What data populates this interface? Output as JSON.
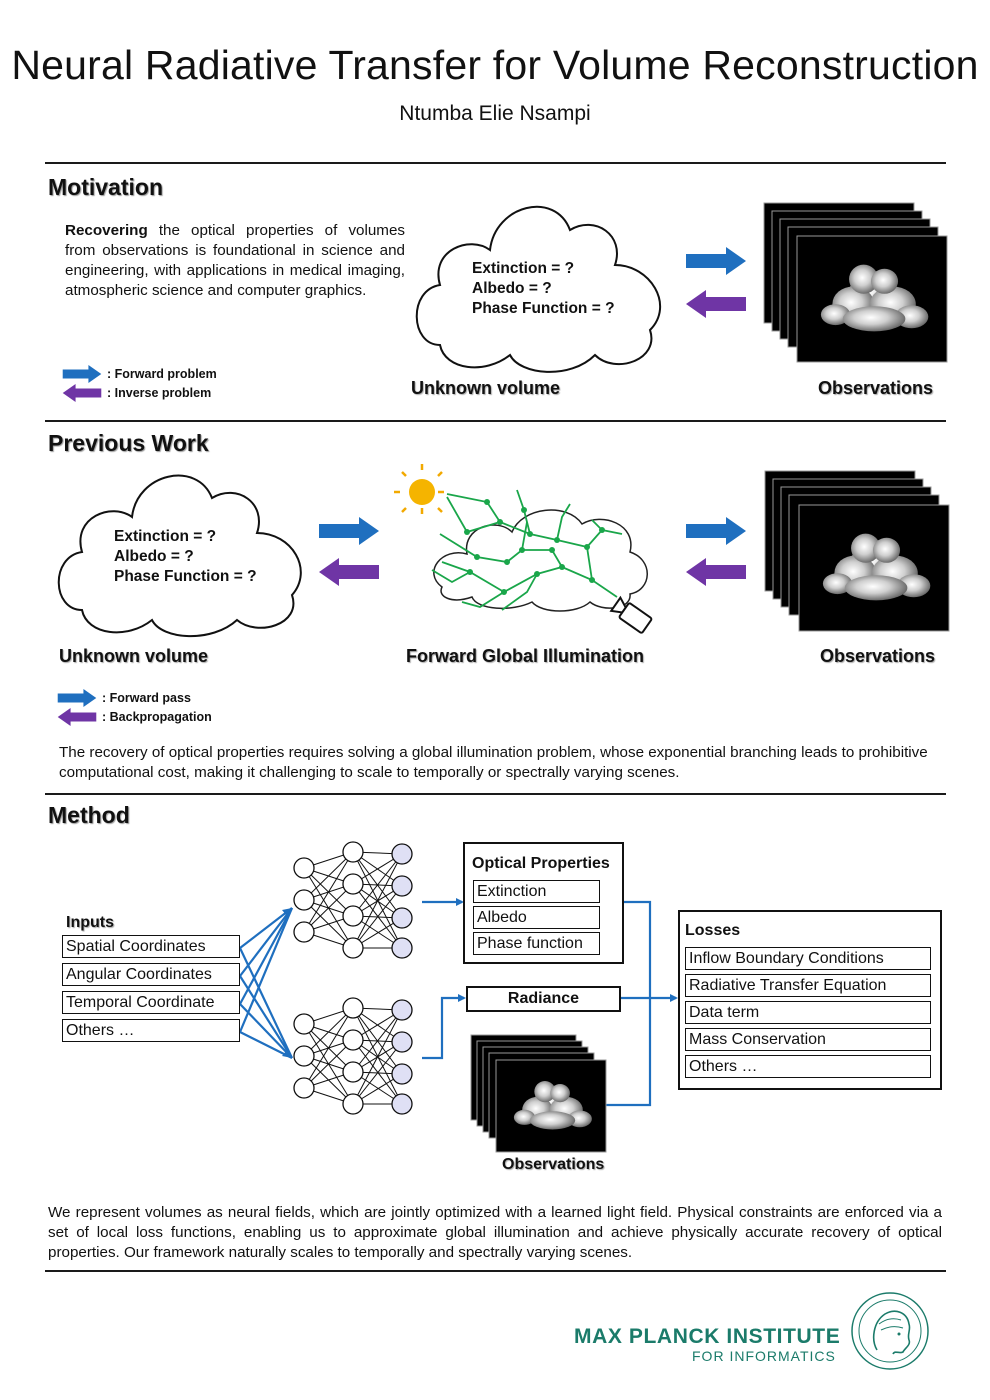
{
  "title": "Neural Radiative Transfer for Volume Reconstruction",
  "author": "Ntumba Elie Nsampi",
  "motivation": {
    "heading": "Motivation",
    "text_bold": "Recovering",
    "text_rest": " the optical properties of volumes from observations is foundational in science and engineering, with applications  in medical imaging, atmospheric science and computer graphics.",
    "cloud_lines": [
      "Extinction = ?",
      "Albedo = ?",
      "Phase Function = ?"
    ],
    "label_unknown": "Unknown volume",
    "label_observations": "Observations",
    "legend_forward": ": Forward problem",
    "legend_inverse": ": Inverse problem"
  },
  "previous": {
    "heading": "Previous Work",
    "cloud_lines": [
      "Extinction = ?",
      "Albedo = ?",
      "Phase Function = ?"
    ],
    "label_unknown": "Unknown volume",
    "label_fgi": "Forward Global Illumination",
    "label_observations": "Observations",
    "legend_forward": ": Forward pass",
    "legend_backward": ": Backpropagation",
    "text": "The recovery of optical properties requires solving a global illumination problem, whose exponential branching leads to prohibitive computational cost, making it challenging to scale to temporally or spectrally varying scenes."
  },
  "method": {
    "heading": "Method",
    "inputs_title": "Inputs",
    "inputs": [
      "Spatial Coordinates",
      "Angular Coordinates",
      "Temporal Coordinate",
      "Others …"
    ],
    "optical_title": "Optical Properties",
    "optical": [
      "Extinction",
      "Albedo",
      "Phase function"
    ],
    "radiance": "Radiance",
    "observations": "Observations",
    "losses_title": "Losses",
    "losses": [
      "Inflow Boundary Conditions",
      "Radiative Transfer Equation",
      "Data term",
      "Mass Conservation",
      "Others …"
    ],
    "text": "We represent volumes as neural fields, which are jointly optimized with a learned light field. Physical constraints are enforced via a set of local loss functions, enabling us to approximate global illumination and achieve physically accurate recovery of optical properties. Our framework naturally scales to temporally and spectrally varying scenes."
  },
  "footer": {
    "institute": "MAX PLANCK INSTITUTE",
    "sub": "FOR INFORMATICS"
  },
  "colors": {
    "forward": "#1f6fbf",
    "inverse": "#6f35a5",
    "green": "#1aa64a",
    "mpi": "#1b7b6a"
  },
  "icons": [
    "arrow-right-icon",
    "arrow-left-icon",
    "sun-icon",
    "camera-icon",
    "minerva-logo-icon"
  ]
}
